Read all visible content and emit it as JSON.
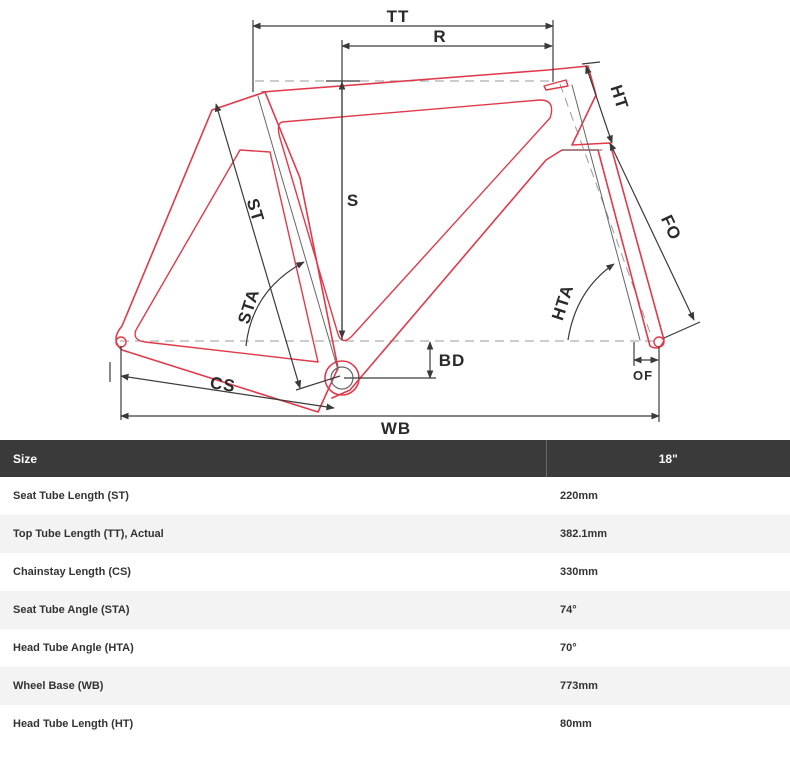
{
  "diagram": {
    "labels": {
      "tt": "TT",
      "r": "R",
      "ht": "HT",
      "s": "S",
      "st": "ST",
      "fo": "FO",
      "sta": "STA",
      "hta": "HTA",
      "bd": "BD",
      "of": "OF",
      "cs": "CS",
      "wb": "WB"
    },
    "colors": {
      "frame_outline": "#e03a4a",
      "frame_inner": "#555555",
      "dimension": "#3a3a3a",
      "dashed_reference": "#999999"
    }
  },
  "table": {
    "header": {
      "label": "Size",
      "size": "18\""
    },
    "rows": [
      {
        "label": "Seat Tube Length (ST)",
        "value": "220mm"
      },
      {
        "label": "Top Tube Length (TT), Actual",
        "value": "382.1mm"
      },
      {
        "label": "Chainstay Length (CS)",
        "value": "330mm"
      },
      {
        "label": "Seat Tube Angle (STA)",
        "value": "74°"
      },
      {
        "label": "Head Tube Angle (HTA)",
        "value": "70°"
      },
      {
        "label": "Wheel Base (WB)",
        "value": "773mm"
      },
      {
        "label": "Head Tube Length (HT)",
        "value": "80mm"
      }
    ]
  }
}
